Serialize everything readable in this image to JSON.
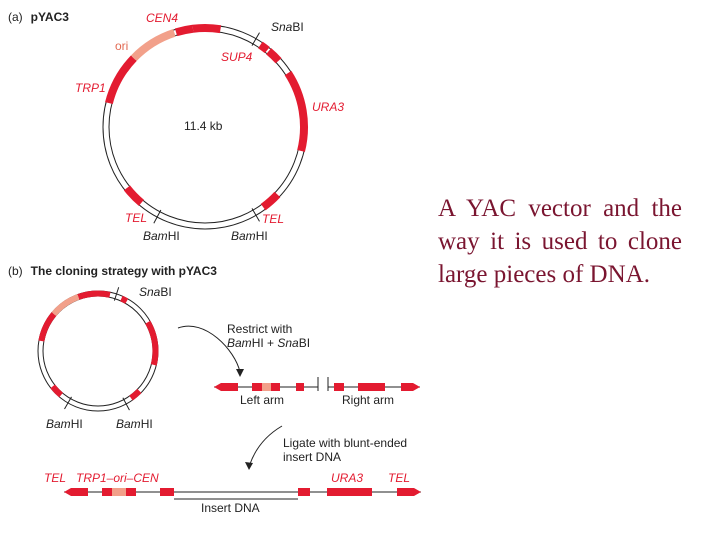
{
  "colors": {
    "red": "#e31b30",
    "ori": "#f2a08a",
    "caption": "#7a1530",
    "ink": "#222222"
  },
  "panel_a": {
    "title_prefix": "(a)",
    "title": "pYAC3",
    "size": "11.4 kb",
    "labels": {
      "cen4": "CEN4",
      "ori": "ori",
      "snabi_enzyme": "Sna",
      "snabi_suffix": "BI",
      "sup4": "SUP4",
      "trp1": "TRP1",
      "ura3": "URA3",
      "tel_left": "TEL",
      "tel_right": "TEL",
      "bamhi_left_enzyme": "Bam",
      "bamhi_left_suffix": "HI",
      "bamhi_right_enzyme": "Bam",
      "bamhi_right_suffix": "HI"
    }
  },
  "panel_b": {
    "title_prefix": "(b)",
    "title": "The cloning strategy with pYAC3",
    "labels": {
      "snabi_enzyme": "Sna",
      "snabi_suffix": "BI",
      "bamhi_left_enzyme": "Bam",
      "bamhi_left_suffix": "HI",
      "bamhi_right_enzyme": "Bam",
      "bamhi_right_suffix": "HI",
      "restrict_line1": "Restrict with",
      "restrict_bam": "Bam",
      "restrict_hi": "HI + ",
      "restrict_sna": "Sna",
      "restrict_bi": "BI",
      "left_arm": "Left arm",
      "right_arm": "Right arm",
      "ligate_line1": "Ligate with blunt-ended",
      "ligate_line2": "insert DNA",
      "tel_left": "TEL",
      "trp_ori_cen": "TRP1–ori–CEN",
      "ura3": "URA3",
      "tel_right": "TEL",
      "insert_dna": "Insert DNA"
    }
  },
  "caption": "A YAC vector and the way it is used to clone large pieces of DNA."
}
